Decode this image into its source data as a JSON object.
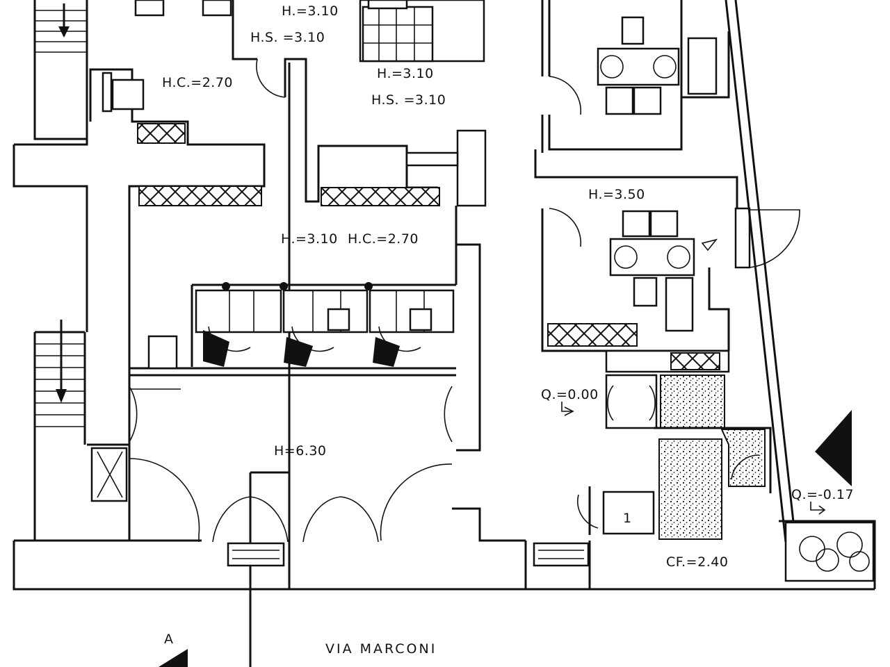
{
  "plan": {
    "street_name": "VIA MARCONI",
    "section_marker": "A",
    "labels": {
      "h_top": "H.=3.10",
      "hs_top": "H.S. =3.10",
      "hc_left": "H.C.=2.70",
      "h_mid": "H.=3.10",
      "hs_mid": "H.S. =3.10",
      "h_right": "H.=3.50",
      "h_center": "H.=3.10",
      "hc_center": "H.C.=2.70",
      "h_hall": "H=6.30",
      "q_zero": "Q.=0.00",
      "q_minus": "Q.=-0.17",
      "cf": "CF.=2.40",
      "lift_number": "1"
    }
  }
}
